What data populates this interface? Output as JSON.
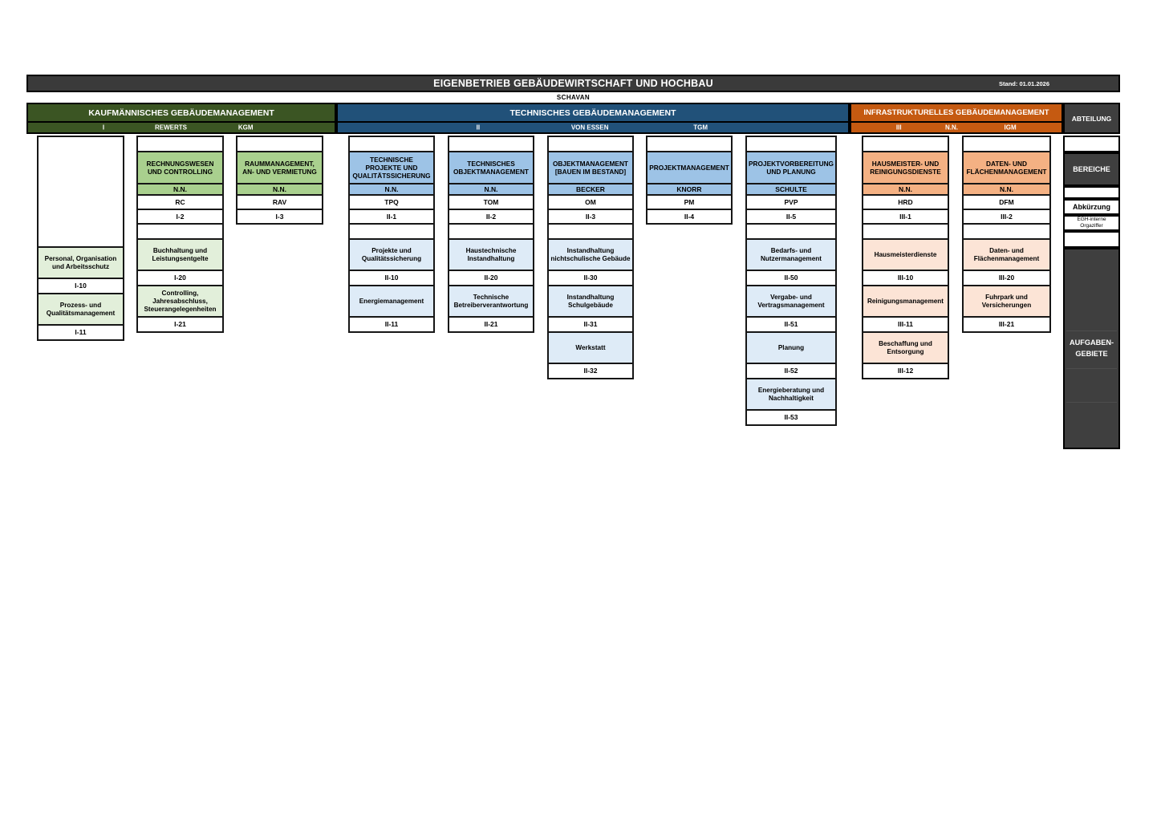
{
  "title_bar": {
    "title": "EIGENBETRIEB GEBÄUDEWIRTSCHAFT UND HOCHBAU",
    "stand": "Stand: 01.01.2026"
  },
  "director": "SCHAVAN",
  "sections": [
    {
      "label": "KAUFMÄNNISCHES GEBÄUDEMANAGEMENT",
      "sub": [
        "I",
        "REWERTS",
        "KGM"
      ],
      "theme": "green"
    },
    {
      "label": "TECHNISCHES GEBÄUDEMANAGEMENT",
      "sub": [
        "II",
        "VON ESSEN",
        "TGM"
      ],
      "theme": "blue"
    },
    {
      "label": "INFRASTRUKTURELLES GEBÄUDEMANAGEMENT",
      "sub": [
        "III",
        "N.N.",
        "IGM"
      ],
      "theme": "orange"
    }
  ],
  "themes": {
    "green": {
      "dark": "#3b5523",
      "mid": "#a9d08e",
      "light": "#e2efda"
    },
    "blue": {
      "dark": "#215179",
      "mid": "#9dc3e6",
      "light": "#deebf7"
    },
    "orange": {
      "dark": "#c55a11",
      "mid": "#f4b183",
      "light": "#fce4d6"
    }
  },
  "legend": {
    "abteilung": "ABTEILUNG",
    "bereiche": "BEREICHE",
    "abkuerzung": "Abkürzung",
    "orgaziffer": "EGH-interne Orgaziffer",
    "aufgaben": "AUFGABEN-GEBIETE"
  },
  "columns": [
    {
      "theme": "green",
      "dept": null,
      "head": null,
      "abbr": null,
      "org": null,
      "tasks": [
        {
          "label": "Personal, Organisation und Arbeitsschutz",
          "code": "I-10"
        },
        {
          "label": "Prozess- und Qualitätsmanagement",
          "code": "I-11"
        }
      ]
    },
    {
      "theme": "green",
      "dept": "RECHNUNGSWESEN UND CONTROLLING",
      "head": "N.N.",
      "abbr": "RC",
      "org": "I-2",
      "tasks": [
        {
          "label": "Buchhaltung und Leistungsentgelte",
          "code": "I-20"
        },
        {
          "label": "Controlling, Jahresabschluss, Steuerangelegenheiten",
          "code": "I-21"
        }
      ]
    },
    {
      "theme": "green",
      "dept": "RAUMMANAGEMENT, AN- UND VERMIETUNG",
      "head": "N.N.",
      "abbr": "RAV",
      "org": "I-3",
      "tasks": []
    },
    {
      "theme": "blue",
      "dept": "TECHNISCHE PROJEKTE UND QUALITÄTSSICHERUNG",
      "head": "N.N.",
      "abbr": "TPQ",
      "org": "II-1",
      "tasks": [
        {
          "label": "Projekte und Qualitätssicherung",
          "code": "II-10"
        },
        {
          "label": "Energiemanagement",
          "code": "II-11"
        }
      ]
    },
    {
      "theme": "blue",
      "dept": "TECHNISCHES OBJEKTMANAGEMENT",
      "head": "N.N.",
      "abbr": "TOM",
      "org": "II-2",
      "tasks": [
        {
          "label": "Haustechnische Instandhaltung",
          "code": "II-20"
        },
        {
          "label": "Technische Betreiberverantwortung",
          "code": "II-21"
        }
      ]
    },
    {
      "theme": "blue",
      "dept": "OBJEKTMANAGEMENT [BAUEN IM BESTAND]",
      "head": "BECKER",
      "abbr": "OM",
      "org": "II-3",
      "tasks": [
        {
          "label": "Instandhaltung nichtschulische Gebäude",
          "code": "II-30"
        },
        {
          "label": "Instandhaltung Schulgebäude",
          "code": "II-31"
        },
        {
          "label": "Werkstatt",
          "code": "II-32"
        }
      ]
    },
    {
      "theme": "blue",
      "dept": "PROJEKTMANAGEMENT",
      "head": "KNORR",
      "abbr": "PM",
      "org": "II-4",
      "tasks": []
    },
    {
      "theme": "blue",
      "dept": "PROJEKTVORBEREITUNG UND PLANUNG",
      "head": "SCHULTE",
      "abbr": "PVP",
      "org": "II-5",
      "tasks": [
        {
          "label": "Bedarfs- und Nutzermanagement",
          "code": "II-50"
        },
        {
          "label": "Vergabe- und Vertragsmanagement",
          "code": "II-51"
        },
        {
          "label": "Planung",
          "code": "II-52"
        },
        {
          "label": "Energieberatung und Nachhaltigkeit",
          "code": "II-53"
        }
      ]
    },
    {
      "theme": "orange",
      "dept": "HAUSMEISTER- UND REINIGUNGSDIENSTE",
      "head": "N.N.",
      "abbr": "HRD",
      "org": "III-1",
      "tasks": [
        {
          "label": "Hausmeisterdienste",
          "code": "III-10"
        },
        {
          "label": "Reinigungsmanagement",
          "code": "III-11"
        },
        {
          "label": "Beschaffung und Entsorgung",
          "code": "III-12"
        }
      ]
    },
    {
      "theme": "orange",
      "dept": "DATEN- UND FLÄCHENMANAGEMENT",
      "head": "N.N.",
      "abbr": "DFM",
      "org": "III-2",
      "tasks": [
        {
          "label": "Daten- und Flächenmanagement",
          "code": "III-20"
        },
        {
          "label": "Fuhrpark und Versicherungen",
          "code": "III-21"
        }
      ]
    }
  ]
}
